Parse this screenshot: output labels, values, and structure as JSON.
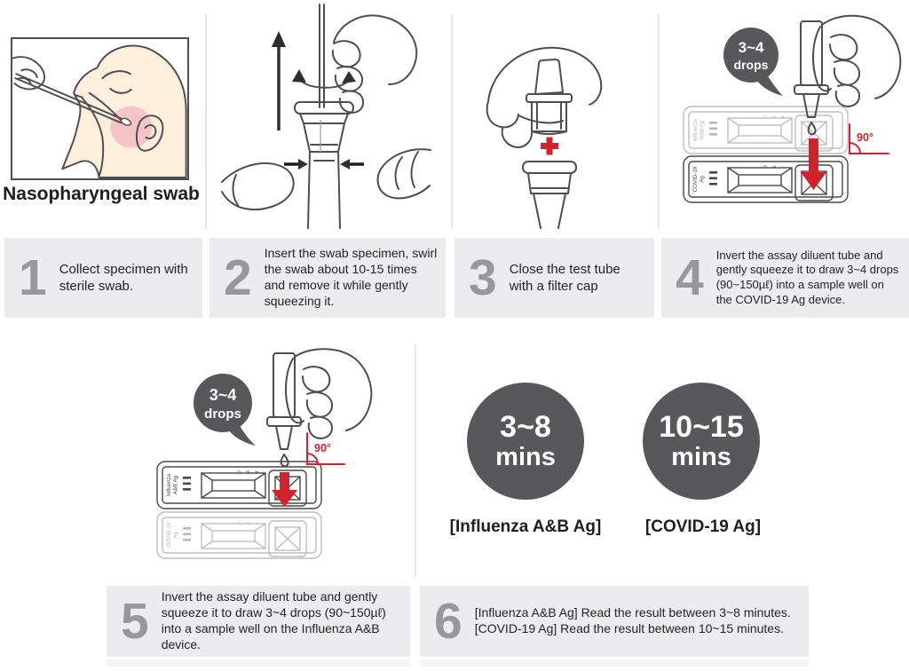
{
  "figure1": {
    "caption": "Nasopharyngeal swab"
  },
  "steps": [
    {
      "num": "1",
      "text": "Collect specimen with sterile swab."
    },
    {
      "num": "2",
      "text": "Insert the swab specimen, swirl the swab about 10-15 times and remove it while gently squeezing it."
    },
    {
      "num": "3",
      "text": "Close the test tube with a filter cap"
    },
    {
      "num": "4",
      "text": "Invert the assay diluent tube and gently squeeze it to draw 3~4 drops (90~150µℓ) into a sample well on the COVID-19 Ag device."
    },
    {
      "num": "5",
      "text": "Invert the assay diluent tube and gently squeeze it to draw 3~4 drops (90~150µℓ) into a sample well on the Influenza A&B device."
    },
    {
      "num": "6",
      "lines": [
        "[Influenza A&B Ag] Read the result between 3~8 minutes.",
        "[COVID-19 Ag] Read the result between 10~15 minutes."
      ]
    }
  ],
  "annotations": {
    "drops_line1": "3~4",
    "drops_line2": "drops",
    "angle": "90°"
  },
  "timers": [
    {
      "value": "3~8",
      "unit": "mins",
      "label": "[Influenza A&B Ag]"
    },
    {
      "value": "10~15",
      "unit": "mins",
      "label": "[COVID-19 Ag]"
    }
  ],
  "devices": {
    "influenza_l1": "Influenza",
    "influenza_l2": "A&B Ag",
    "covid_l1": "COVID-19",
    "covid_l2": "Ag",
    "flu_marks": [
      "C",
      "B",
      "A"
    ],
    "covid_marks": [
      "C",
      "T"
    ]
  },
  "colors": {
    "accent_red": "#d2232c",
    "dark_gray": "#58585a",
    "caption_bar": "#ececee",
    "step_number": "#98989b"
  }
}
